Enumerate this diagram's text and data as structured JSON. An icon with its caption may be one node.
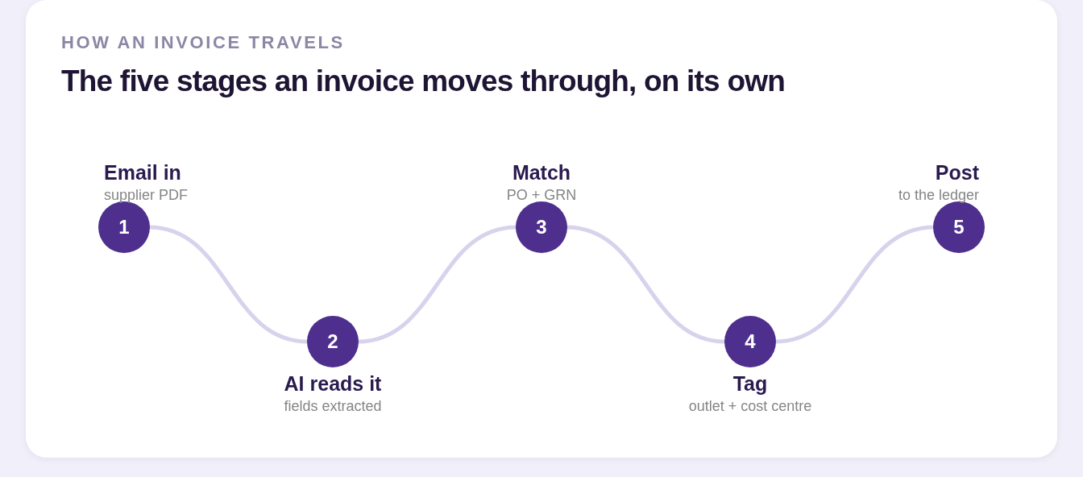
{
  "diagram": {
    "title": "The five stages an invoice moves through, on its own",
    "labels": [
      "HOW AN INVOICE TRAVELS"
    ],
    "nodes": [
      {
        "text": [
          "1"
        ],
        "beside": [
          "Email in",
          "supplier PDF"
        ]
      },
      {
        "text": [
          "2"
        ],
        "beside": [
          "AI reads it",
          "fields extracted"
        ]
      },
      {
        "text": [
          "3"
        ],
        "beside": [
          "Match",
          "PO + GRN"
        ]
      },
      {
        "text": [
          "4"
        ],
        "beside": [
          "Tag",
          "outlet + cost centre"
        ]
      },
      {
        "text": [
          "5"
        ],
        "beside": [
          "Post",
          "to the ledger"
        ]
      }
    ],
    "edges": [
      {
        "from": 0,
        "to": 1,
        "arrow": "none"
      },
      {
        "from": 1,
        "to": 2,
        "arrow": "none"
      },
      {
        "from": 2,
        "to": 3,
        "arrow": "none"
      },
      {
        "from": 3,
        "to": 4,
        "arrow": "none"
      }
    ]
  }
}
